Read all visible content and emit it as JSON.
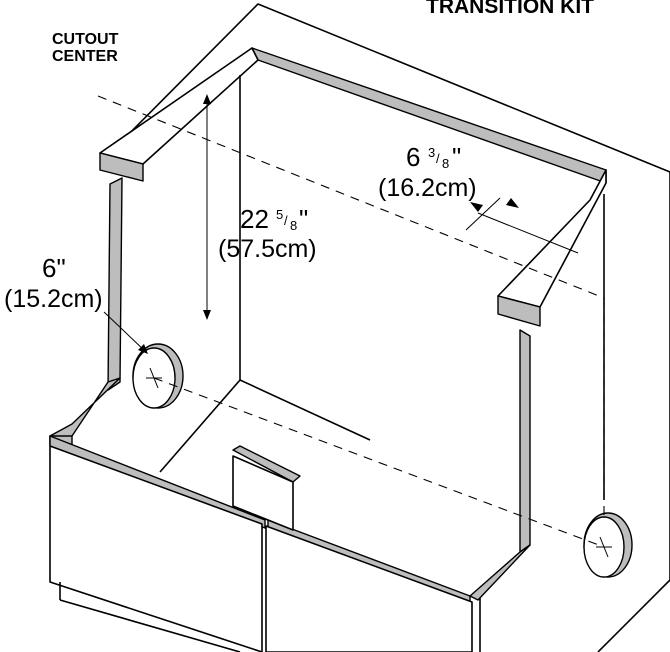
{
  "diagram": {
    "header_text": "TRANSITION KIT",
    "cutout_center_line1": "CUTOUT",
    "cutout_center_line2": "CENTER",
    "dim_depth": {
      "whole": "6",
      "fraction_num": "3",
      "fraction_den": "8",
      "unit_mark": "\"",
      "metric": "(16.2cm)"
    },
    "dim_height": {
      "whole": "22",
      "fraction_num": "5",
      "fraction_den": "8",
      "unit_mark": "\"",
      "metric": "(57.5cm)"
    },
    "dim_diameter": {
      "imperial": "6\"",
      "metric": "(15.2cm)"
    }
  }
}
